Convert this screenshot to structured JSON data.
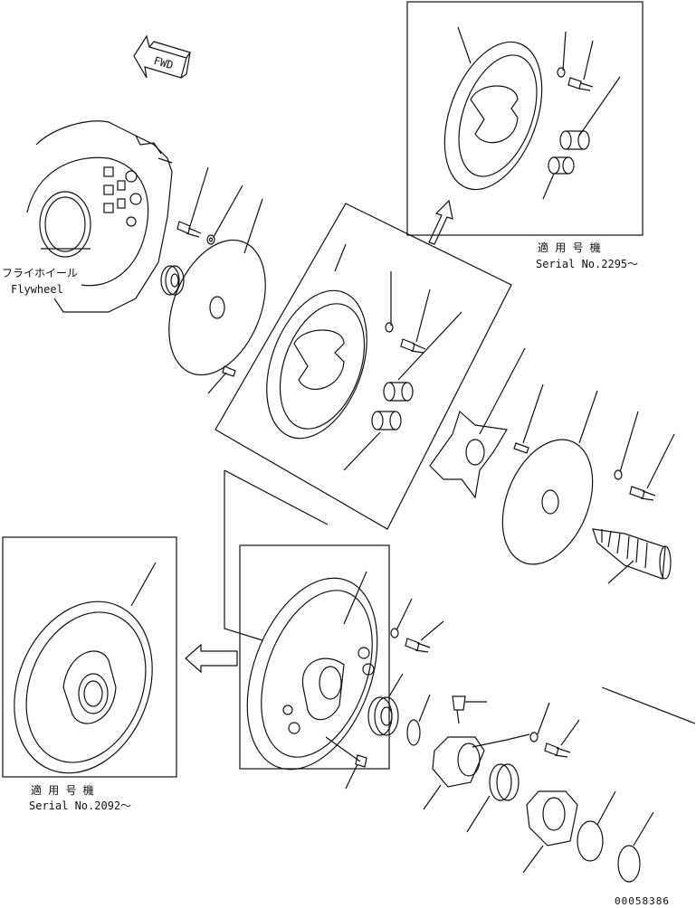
{
  "fwd_label": "FWD",
  "flywheel": {
    "jp": "フライホイール",
    "en": "Flywheel"
  },
  "serial_top": {
    "jp": "適 用 号 機",
    "en": "Serial No.2295～"
  },
  "serial_left": {
    "jp": "適 用 号 機",
    "en": "Serial No.2092～"
  },
  "drawing_number": "00058386"
}
